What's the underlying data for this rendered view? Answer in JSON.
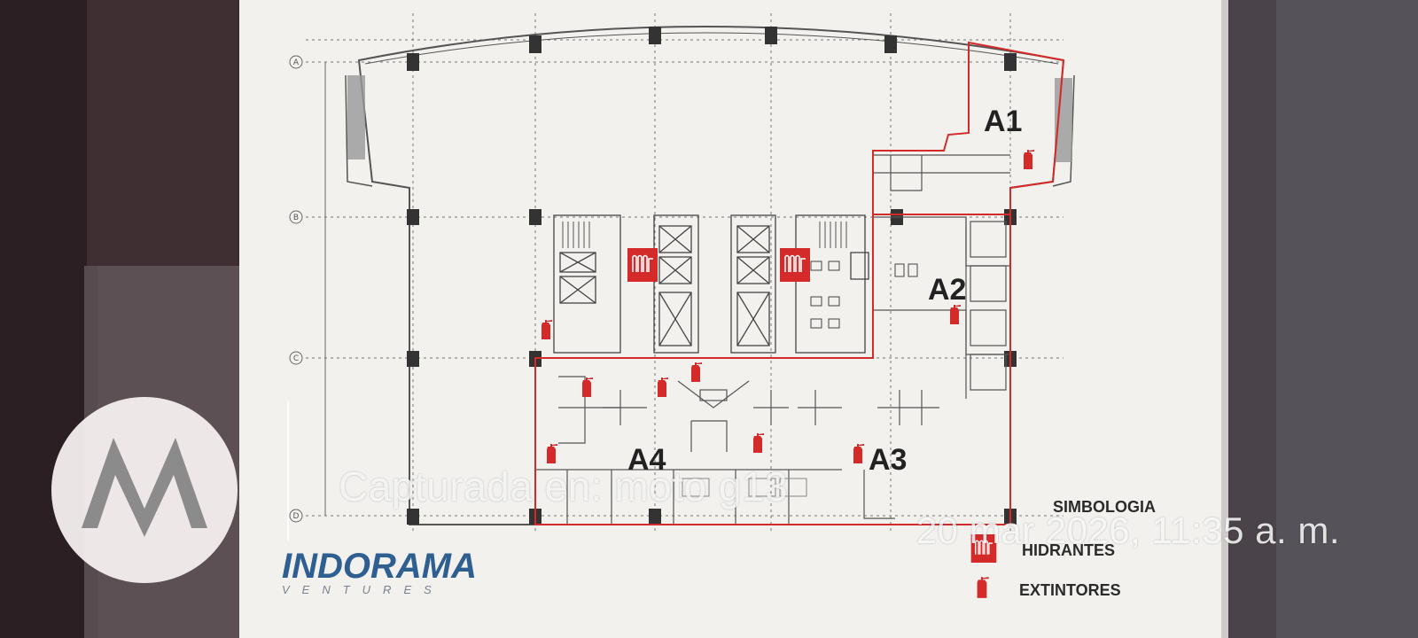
{
  "plan": {
    "zones": [
      "A1",
      "A2",
      "A3",
      "A4"
    ],
    "grid_letters": [
      "A",
      "B",
      "C",
      "D"
    ]
  },
  "legend": {
    "title": "SIMBOLOGIA",
    "hydrants": "HIDRANTES",
    "extinguishers": "EXTINTORES"
  },
  "brand": {
    "name": "INDORAMA",
    "tagline": "VENTURES"
  },
  "watermark": {
    "caption": "Capturada en: moto g13",
    "datetime": "20 mar 2026, 11:35 a. m."
  },
  "colors": {
    "accent_red": "#d42a2a",
    "paper": "#f2f1ee",
    "brand_blue": "#2f5e91"
  }
}
